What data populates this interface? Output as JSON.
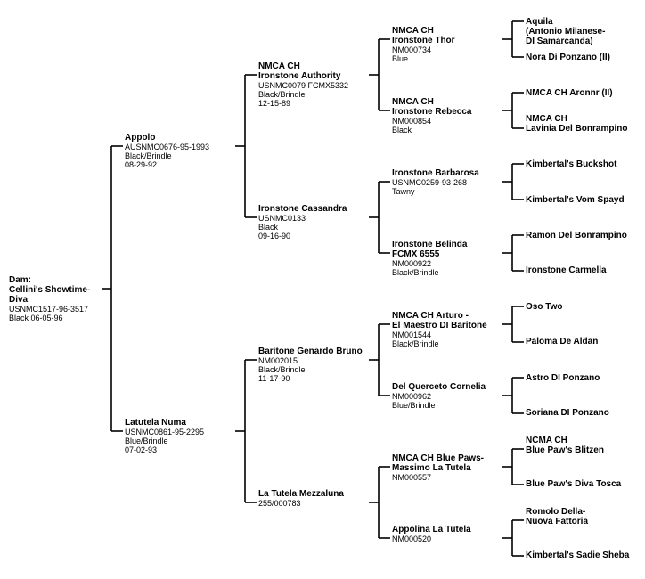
{
  "dam": {
    "name": [
      "Dam:",
      "Cellini's Showtime-",
      "Diva"
    ],
    "info": [
      "USNMC1517-96-3517",
      "Black 06-05-96"
    ]
  },
  "sire": {
    "name": [
      "Appolo"
    ],
    "info": [
      "AUSNMC0676-95-1993",
      "Black/Brindle",
      "08-29-92"
    ]
  },
  "dam2": {
    "name": [
      "Latutela Numa"
    ],
    "info": [
      "USNMC0861-95-2295",
      "Blue/Brindle",
      "07-02-93"
    ]
  },
  "ss": {
    "name": [
      "NMCA CH",
      "Ironstone Authority"
    ],
    "info": [
      "USNMC0079 FCMX5332",
      "Black/Brindle",
      "12-15-89"
    ]
  },
  "sd": {
    "name": [
      "Ironstone Cassandra"
    ],
    "info": [
      "USNMC0133",
      "Black",
      "09-16-90"
    ]
  },
  "ds": {
    "name": [
      "Baritone Genardo Bruno"
    ],
    "info": [
      "NM002015",
      "Black/Brindle",
      "11-17-90"
    ]
  },
  "dd": {
    "name": [
      "La Tutela Mezzaluna"
    ],
    "info": [
      "255/000783"
    ]
  },
  "sss": {
    "name": [
      "NMCA CH",
      "Ironstone Thor"
    ],
    "info": [
      "NM000734",
      "Blue"
    ]
  },
  "ssd": {
    "name": [
      "NMCA CH",
      "Ironstone Rebecca"
    ],
    "info": [
      "NM000854",
      "Black"
    ]
  },
  "sds": {
    "name": [
      "Ironstone Barbarosa"
    ],
    "info": [
      "USNMC0259-93-268",
      "Tawny"
    ]
  },
  "sdd": {
    "name": [
      "Ironstone Belinda",
      "FCMX 6555"
    ],
    "info": [
      "NM000922",
      "Black/Brindle"
    ]
  },
  "dss": {
    "name": [
      "NMCA CH Arturo -",
      "El Maestro DI Baritone"
    ],
    "info": [
      "NM001544",
      "Black/Brindle"
    ]
  },
  "dsd": {
    "name": [
      "Del Querceto Cornelia"
    ],
    "info": [
      "NM000962",
      "Blue/Brindle"
    ]
  },
  "dds": {
    "name": [
      "NMCA CH Blue Paws-",
      "Massimo La Tutela"
    ],
    "info": [
      "NM000557"
    ]
  },
  "ddd": {
    "name": [
      "Appolina La Tutela"
    ],
    "info": [
      "NM000520"
    ]
  },
  "g": [
    [
      "Aquila",
      "(Antonio Milanese-",
      "DI Samarcanda)"
    ],
    [
      "Nora Di Ponzano (II)"
    ],
    [
      "NMCA CH Aronnr (II)"
    ],
    [
      "NMCA CH",
      "Lavinia Del Bonrampino"
    ],
    [
      "Kimbertal's Buckshot"
    ],
    [
      "Kimbertal's Vom Spayd"
    ],
    [
      "Ramon Del Bonrampino"
    ],
    [
      "Ironstone Carmella"
    ],
    [
      "Oso Two"
    ],
    [
      "Paloma De Aldan"
    ],
    [
      "Astro DI Ponzano"
    ],
    [
      "Soriana DI Ponzano"
    ],
    [
      "NCMA CH",
      "Blue Paw's Blitzen"
    ],
    [
      "Blue Paw's Diva Tosca"
    ],
    [
      "Romolo Della-",
      "Nuova Fattoria"
    ],
    [
      "Kimbertal's Sadie Sheba"
    ]
  ]
}
